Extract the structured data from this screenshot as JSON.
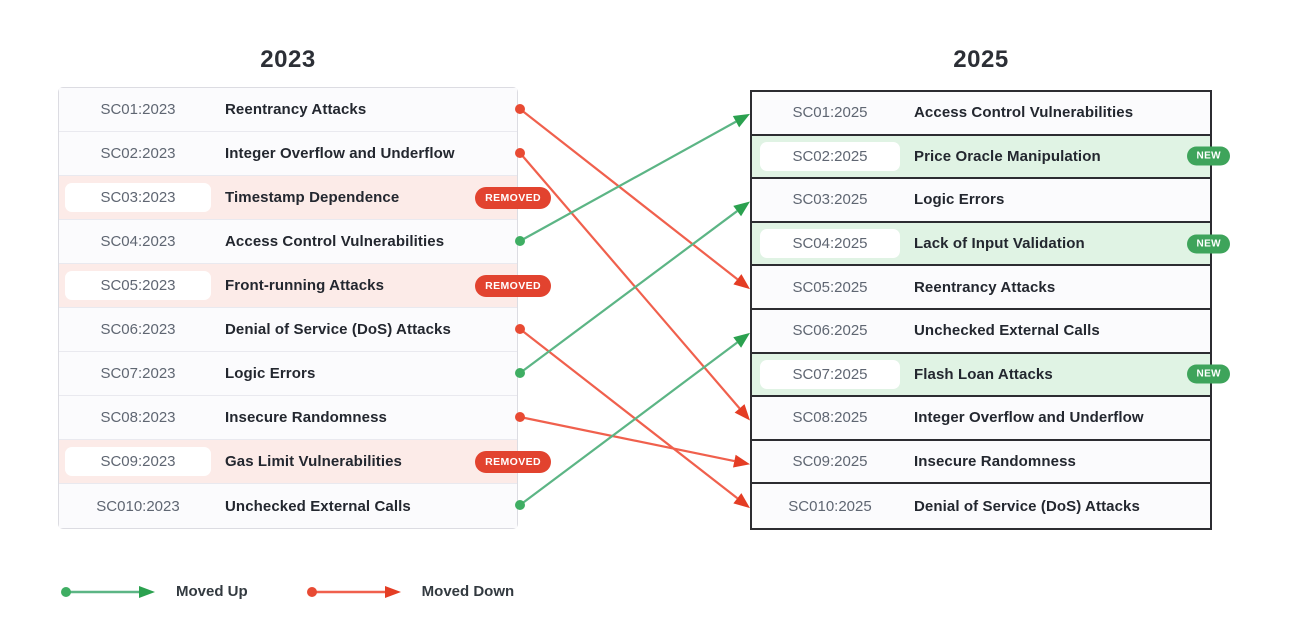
{
  "left_table": {
    "title": "2023",
    "rows": [
      {
        "code": "SC01:2023",
        "name": "Reentrancy Attacks",
        "status": ""
      },
      {
        "code": "SC02:2023",
        "name": "Integer Overflow and Underflow",
        "status": ""
      },
      {
        "code": "SC03:2023",
        "name": "Timestamp Dependence",
        "status": "REMOVED"
      },
      {
        "code": "SC04:2023",
        "name": "Access Control Vulnerabilities",
        "status": ""
      },
      {
        "code": "SC05:2023",
        "name": "Front-running Attacks",
        "status": "REMOVED"
      },
      {
        "code": "SC06:2023",
        "name": "Denial of Service (DoS) Attacks",
        "status": ""
      },
      {
        "code": "SC07:2023",
        "name": "Logic Errors",
        "status": ""
      },
      {
        "code": "SC08:2023",
        "name": "Insecure Randomness",
        "status": ""
      },
      {
        "code": "SC09:2023",
        "name": "Gas Limit Vulnerabilities",
        "status": "REMOVED"
      },
      {
        "code": "SC010:2023",
        "name": "Unchecked External Calls",
        "status": ""
      }
    ]
  },
  "right_table": {
    "title": "2025",
    "rows": [
      {
        "code": "SC01:2025",
        "name": "Access Control Vulnerabilities",
        "status": ""
      },
      {
        "code": "SC02:2025",
        "name": "Price Oracle Manipulation",
        "status": "NEW"
      },
      {
        "code": "SC03:2025",
        "name": "Logic Errors",
        "status": ""
      },
      {
        "code": "SC04:2025",
        "name": "Lack of Input Validation",
        "status": "NEW"
      },
      {
        "code": "SC05:2025",
        "name": "Reentrancy Attacks",
        "status": ""
      },
      {
        "code": "SC06:2025",
        "name": "Unchecked External Calls",
        "status": ""
      },
      {
        "code": "SC07:2025",
        "name": "Flash Loan Attacks",
        "status": "NEW"
      },
      {
        "code": "SC08:2025",
        "name": "Integer Overflow and Underflow",
        "status": ""
      },
      {
        "code": "SC09:2025",
        "name": "Insecure Randomness",
        "status": ""
      },
      {
        "code": "SC010:2025",
        "name": "Denial of Service (DoS) Attacks",
        "status": ""
      }
    ]
  },
  "connections": [
    {
      "type": "moved_down",
      "from": "SC01:2023",
      "to": "SC05:2025"
    },
    {
      "type": "moved_down",
      "from": "SC02:2023",
      "to": "SC08:2025"
    },
    {
      "type": "moved_down",
      "from": "SC06:2023",
      "to": "SC010:2025"
    },
    {
      "type": "moved_down",
      "from": "SC08:2023",
      "to": "SC09:2025"
    },
    {
      "type": "moved_up",
      "from": "SC04:2023",
      "to": "SC01:2025"
    },
    {
      "type": "moved_up",
      "from": "SC07:2023",
      "to": "SC03:2025"
    },
    {
      "type": "moved_up",
      "from": "SC010:2023",
      "to": "SC06:2025"
    }
  ],
  "legend": {
    "moved_up": "Moved Up",
    "moved_down": "Moved Down"
  },
  "colors": {
    "moved_up_line": "#5cb585",
    "moved_up_dot": "#3fae63",
    "moved_up_head": "#2ba14f",
    "moved_down_line": "#f0604d",
    "moved_down_dot": "#e84a33",
    "moved_down_head": "#e43d24",
    "removed_badge": "#e2432f",
    "new_badge": "#3ea45b",
    "removed_row_bg": "#fcebe8",
    "new_row_bg": "#e0f3e4"
  }
}
